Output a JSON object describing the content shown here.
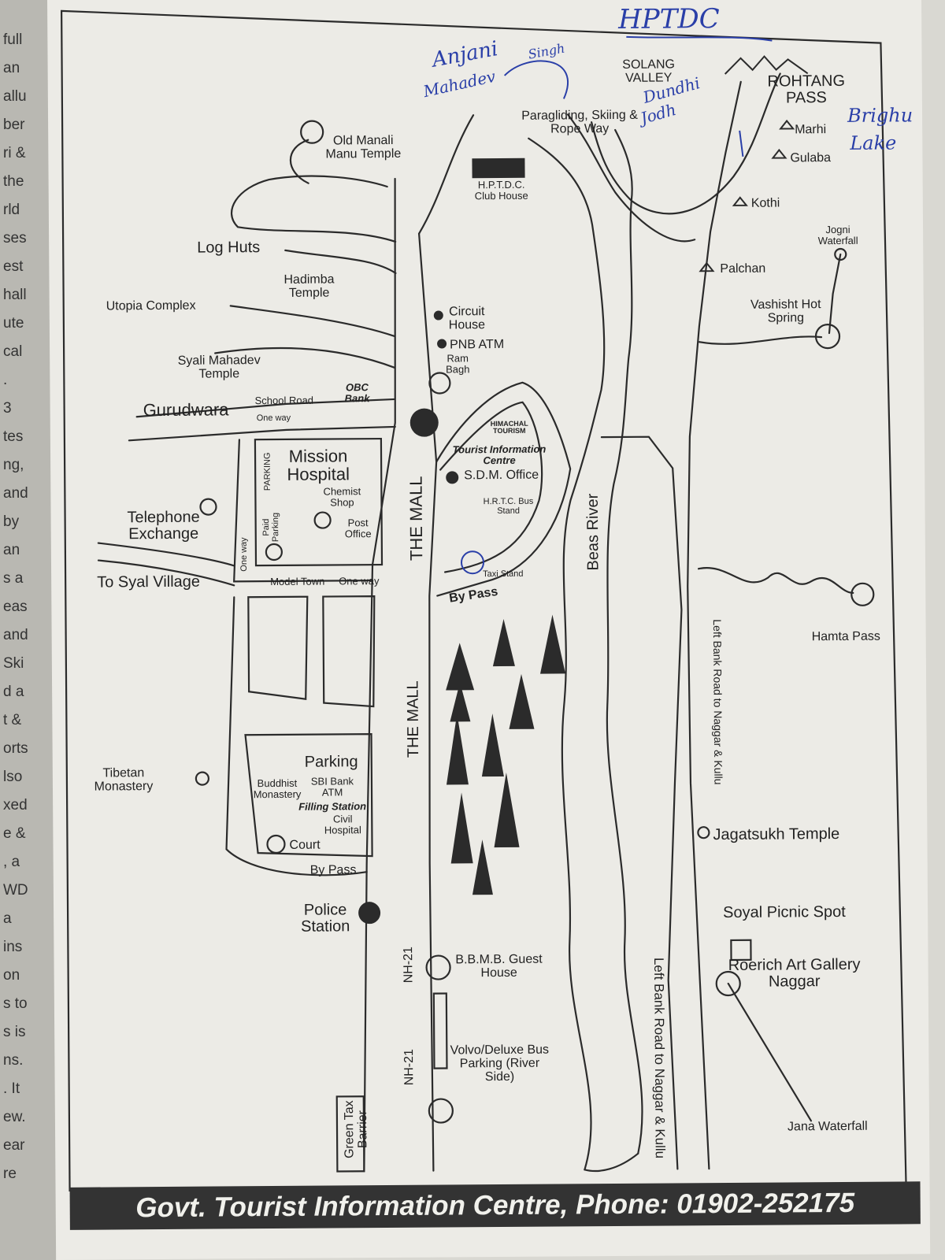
{
  "handwriting": {
    "top": "HPTDC",
    "anjani": "Anjani",
    "mahadev": "Mahadev",
    "singh": "Singh",
    "dundhi": "Dundhi",
    "jodh": "Jodh",
    "brigu": "Brighu",
    "lake": "Lake"
  },
  "places": {
    "solang": "SOLANG VALLEY",
    "rohtang": "ROHTANG PASS",
    "paragliding": "Paragliding, Skiing & Rope Way",
    "old_manali": "Old Manali Manu Temple",
    "hptdc_club": "H.P.T.D.C. Club House",
    "marhi": "Marhi",
    "gulaba": "Gulaba",
    "kothi": "Kothi",
    "jogni": "Jogni Waterfall",
    "palchan": "Palchan",
    "log_huts": "Log Huts",
    "hadimba": "Hadimba Temple",
    "utopia": "Utopia Complex",
    "circuit": "Circuit House",
    "pnb": "PNB ATM",
    "ram_bagh": "Ram Bagh",
    "vashisht": "Vashisht Hot Spring",
    "syali": "Syali Mahadev Temple",
    "school_road": "School Road",
    "obc": "OBC Bank",
    "gurudwara": "Gurudwara",
    "one_way_1": "One way",
    "mission": "Mission Hospital",
    "parking_v": "PARKING",
    "himachal": "HIMACHAL TOURISM",
    "tourist_info": "Tourist Information Centre",
    "sdm": "S.D.M. Office",
    "chemist": "Chemist Shop",
    "paid_parking": "Paid Parking",
    "post": "Post Office",
    "hrtc": "H.R.T.C. Bus Stand",
    "telephone": "Telephone Exchange",
    "the_mall_1": "THE MALL",
    "taxi": "Taxi Stand",
    "one_way_v": "One way",
    "syal_village": "To Syal Village",
    "model_town": "Model Town",
    "one_way_2": "One way",
    "by_pass_1": "By Pass",
    "beas": "Beas River",
    "left_bank_1": "Left Bank Road to Naggar & Kullu",
    "hamta": "Hamta Pass",
    "the_mall_2": "THE MALL",
    "tibetan": "Tibetan Monastery",
    "parking2": "Parking",
    "sbi": "SBI Bank ATM",
    "buddhist": "Buddhist Monastery",
    "filling": "Filling Station",
    "civil": "Civil Hospital",
    "court": "Court",
    "by_pass_2": "By Pass",
    "jagatsukh": "Jagatsukh Temple",
    "police": "Police Station",
    "soyal": "Soyal Picnic Spot",
    "roerich": "Roerich Art Gallery Naggar",
    "nh21_1": "NH-21",
    "bbmb": "B.B.M.B. Guest House",
    "left_bank_2": "Left Bank Road to Naggar & Kullu",
    "volvo": "Volvo/Deluxe Bus Parking (River Side)",
    "nh21_2": "NH-21",
    "green_tax": "Green Tax Barrier",
    "jana": "Jana Waterfall"
  },
  "footer": {
    "text": "Govt. Tourist Information Centre, Phone: 01902-252175"
  },
  "edge_text": [
    "full",
    "an",
    "allu",
    "ber",
    "ri &",
    "the",
    "rld",
    "ses",
    "est",
    "hall",
    "ute",
    "cal",
    ".",
    "3",
    "tes",
    "ng,",
    "and",
    "by",
    "an",
    "s a",
    "eas",
    "and",
    "Ski",
    "d a",
    "t &",
    "orts",
    "lso",
    "xed",
    "e &",
    ", a",
    "WD",
    "a",
    "ins",
    "on",
    "s to",
    "s is",
    "ns.",
    ". It",
    "ew.",
    "ear",
    "re"
  ],
  "colors": {
    "paper": "#ecebe6",
    "ink": "#2b2b2b",
    "handwriting": "#2a3fa8",
    "footer": "#333333"
  }
}
